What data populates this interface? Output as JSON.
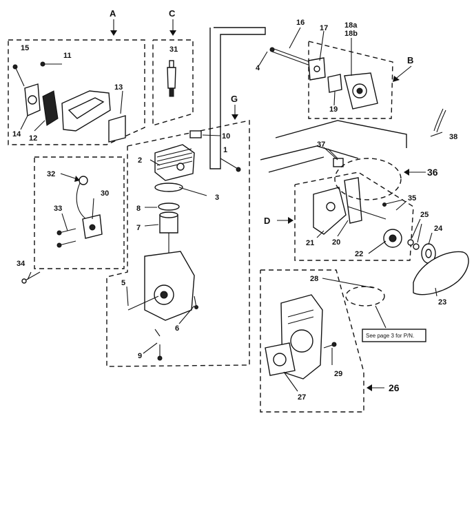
{
  "groups": {
    "A": "A",
    "B": "B",
    "C": "C",
    "D": "D",
    "G": "G"
  },
  "labels": {
    "p1": "1",
    "p2": "2",
    "p3": "3",
    "p4": "4",
    "p5": "5",
    "p6": "6",
    "p7": "7",
    "p8": "8",
    "p9": "9",
    "p10": "10",
    "p11": "11",
    "p12": "12",
    "p13": "13",
    "p14": "14",
    "p15": "15",
    "p16": "16",
    "p17": "17",
    "p18a": "18a",
    "p18b": "18b",
    "p19": "19",
    "p20": "20",
    "p21": "21",
    "p22": "22",
    "p23": "23",
    "p24": "24",
    "p25": "25",
    "p26": "26",
    "p27": "27",
    "p28": "28",
    "p29": "29",
    "p30": "30",
    "p31": "31",
    "p32": "32",
    "p33": "33",
    "p34": "34",
    "p35": "35",
    "p36": "36",
    "p37": "37",
    "p38": "38"
  },
  "note": "See page 3 for P/N."
}
